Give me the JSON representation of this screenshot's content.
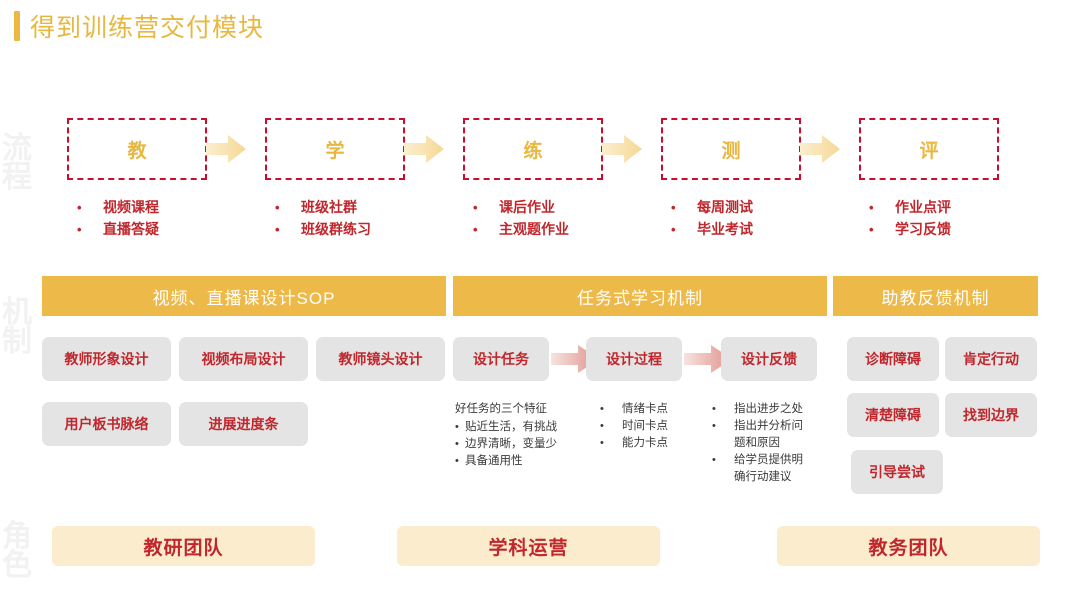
{
  "title": "得到训练营交付模块",
  "colors": {
    "accent_gold": "#edb842",
    "title_gold": "#e8b73f",
    "red": "#c0272d",
    "dashed_red": "#c8102e",
    "chip_gray": "#e4e4e4",
    "role_cream": "#fbeccd",
    "band_gray": "#f2f2f2"
  },
  "bands": {
    "process": "流程",
    "mechanism": "机制",
    "role": "角色"
  },
  "process": {
    "steps": [
      {
        "label": "教",
        "bullets": [
          "视频课程",
          "直播答疑"
        ]
      },
      {
        "label": "学",
        "bullets": [
          "班级社群",
          "班级群练习"
        ]
      },
      {
        "label": "练",
        "bullets": [
          "课后作业",
          "主观题作业"
        ]
      },
      {
        "label": "测",
        "bullets": [
          "每周测试",
          "毕业考试"
        ]
      },
      {
        "label": "评",
        "bullets": [
          "作业点评",
          "学习反馈"
        ]
      }
    ]
  },
  "mechanism": {
    "groups": [
      {
        "header": "视频、直播课设计SOP",
        "chips_row1": [
          "教师形象设计",
          "视频布局设计",
          "教师镜头设计"
        ],
        "chips_row2": [
          "用户板书脉络",
          "进展进度条"
        ]
      },
      {
        "header": "任务式学习机制",
        "flow_chips": [
          "设计任务",
          "设计过程",
          "设计反馈"
        ],
        "details": [
          {
            "head": "好任务的三个特征",
            "items": [
              "贴近生活，有挑战",
              "边界清晰，变量少",
              "具备通用性"
            ]
          },
          {
            "head": "",
            "items": [
              "情绪卡点",
              "时间卡点",
              "能力卡点"
            ]
          },
          {
            "head": "",
            "items": [
              "指出进步之处",
              "指出并分析问题和原因",
              "给学员提供明确行动建议"
            ]
          }
        ]
      },
      {
        "header": "助教反馈机制",
        "chips_row1": [
          "诊断障碍",
          "肯定行动"
        ],
        "chips_row2": [
          "清楚障碍",
          "找到边界"
        ],
        "chips_row3": [
          "引导尝试"
        ]
      }
    ]
  },
  "roles": [
    "教研团队",
    "学科运营",
    "教务团队"
  ]
}
